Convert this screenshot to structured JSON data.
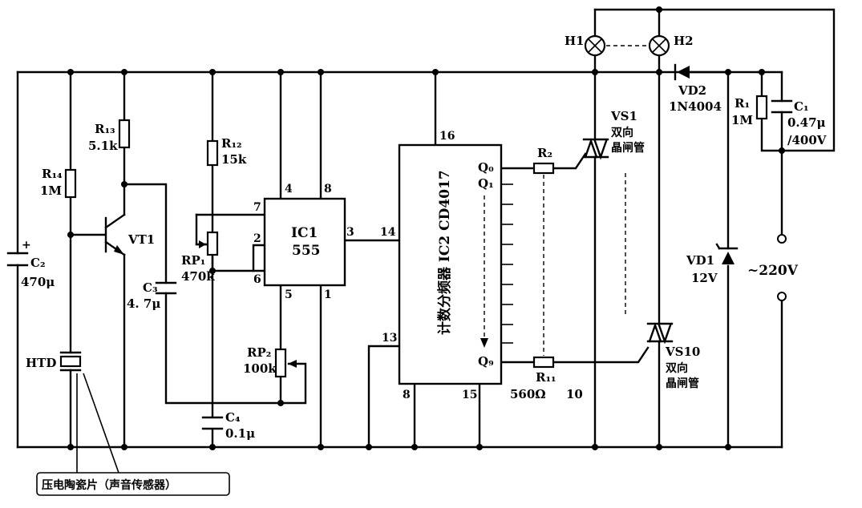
{
  "labels": {
    "c2_name": "C₂",
    "c2_val": "470μ",
    "r14_name": "R₁₄",
    "r14_val": "1M",
    "r13_name": "R₁₃",
    "r13_val": "5.1k",
    "vt1": "VT1",
    "c3_name": "C₃",
    "c3_val": "4. 7μ",
    "r12_name": "R₁₂",
    "r12_val": "15k",
    "rp1_name": "RP₁",
    "rp1_val": "470k",
    "rp2_name": "RP₂",
    "rp2_val": "100k",
    "c4_name": "C₄",
    "c4_val": "0.1μ",
    "ic1_name": "IC1",
    "ic1_part": "555",
    "ic2_text": "计数分频器 IC2 CD4017",
    "q0": "Q₀",
    "q1": "Q₁",
    "q9": "Q₉",
    "r2": "R₂",
    "r11": "R₁₁",
    "r11_val": "560Ω",
    "r11_suffix": "10",
    "h1": "H1",
    "h2": "H2",
    "vs1": "VS1",
    "vs1_desc1": "双向",
    "vs1_desc2": "晶闸管",
    "vs10": "VS10",
    "vs10_desc1": "双向",
    "vs10_desc2": "晶闸管",
    "vd2": "VD2",
    "vd2_part": "1N4004",
    "r1_name": "R₁",
    "r1_val": "1M",
    "c1_name": "C₁",
    "c1_val1": "0.47μ",
    "c1_val2": "/400V",
    "vd1": "VD1",
    "vd1_val": "12V",
    "ac": "~220V",
    "htd": "HTD",
    "caption": "压电陶瓷片（声音传感器）"
  },
  "pins": {
    "ic1": [
      "4",
      "8",
      "7",
      "2",
      "6",
      "3",
      "5",
      "1"
    ],
    "ic2": [
      "16",
      "14",
      "13",
      "8",
      "15"
    ]
  }
}
